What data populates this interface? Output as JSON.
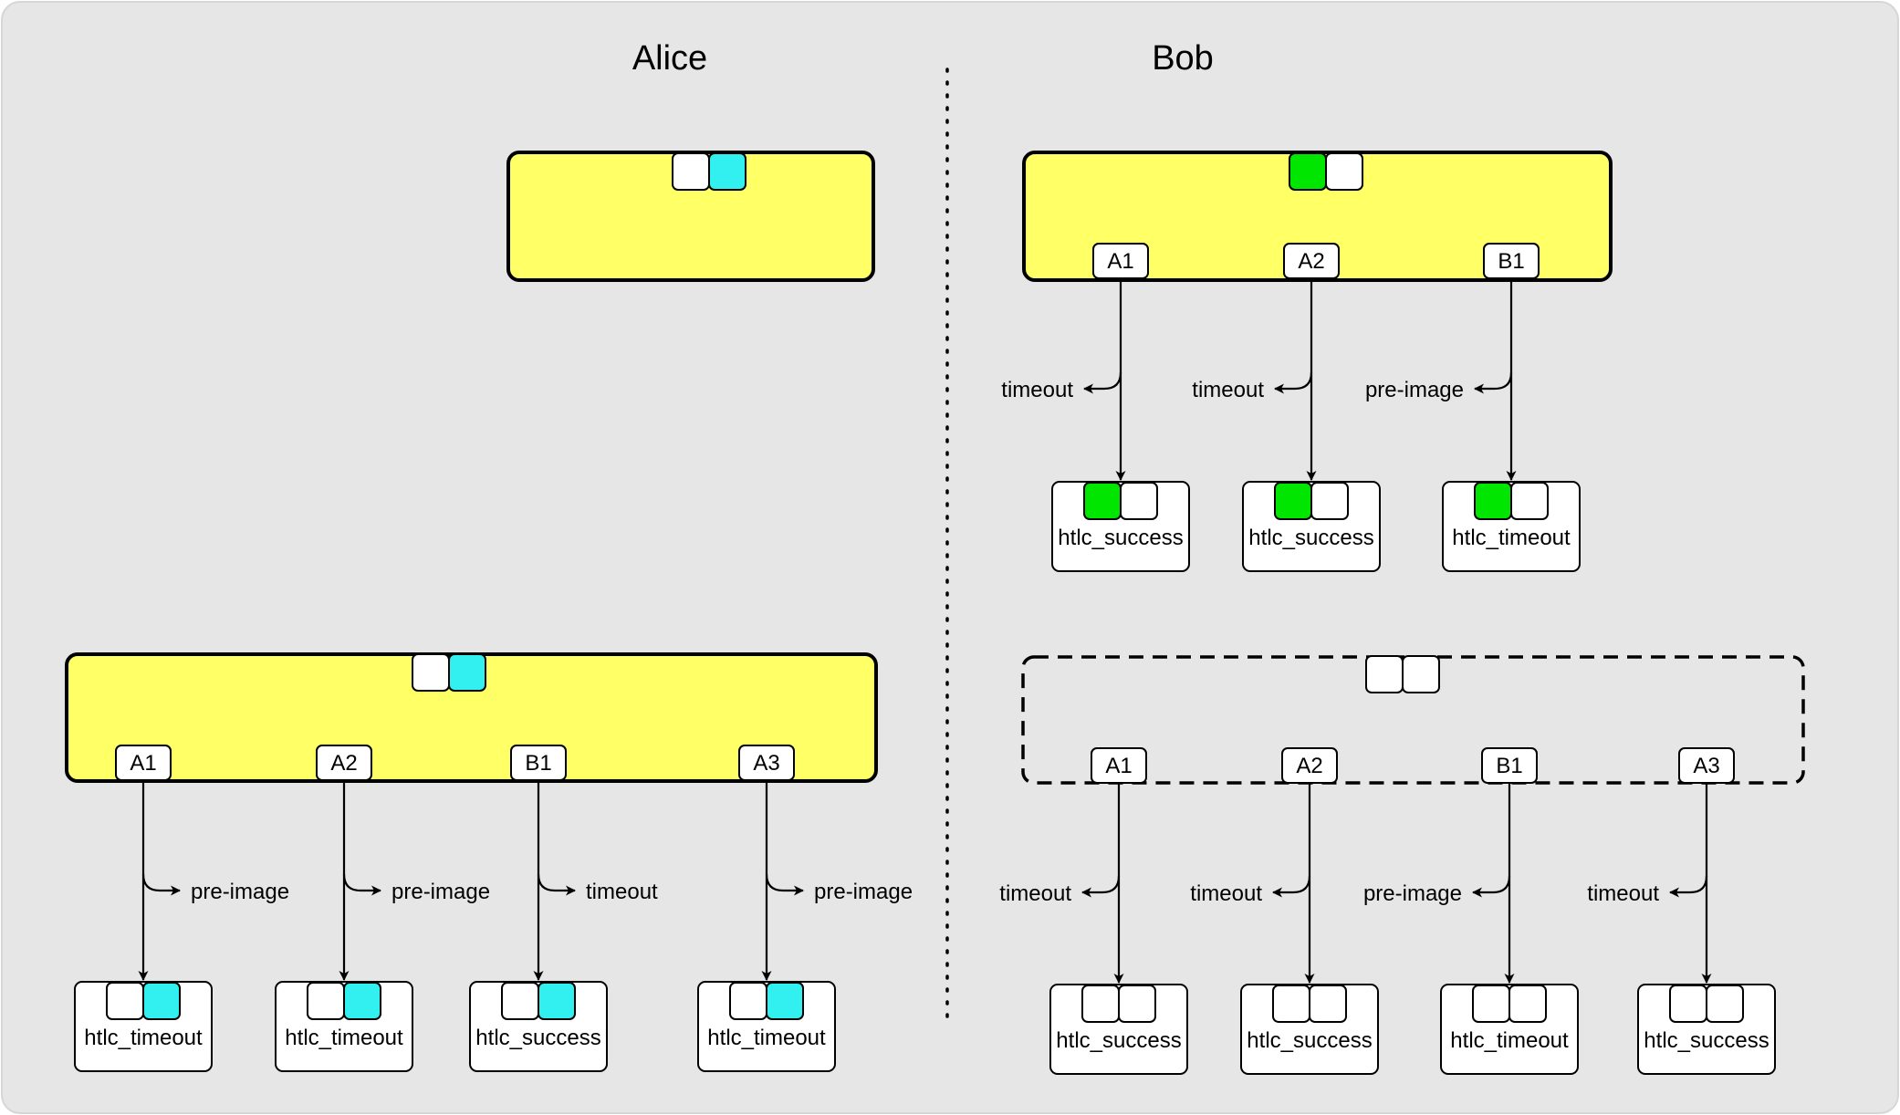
{
  "titles": {
    "left": "Alice",
    "right": "Bob"
  },
  "colors": {
    "background": "#e6e6e6",
    "commitment_fill": "#ffff66",
    "alice_key": "#33f0f0",
    "bob_key": "#00e600",
    "box_fill": "#ffffff",
    "stroke": "#000000"
  },
  "alice": {
    "top_tx": {
      "keys": [
        "empty",
        "alice"
      ],
      "outputs": []
    },
    "bottom_tx": {
      "keys": [
        "empty",
        "alice"
      ],
      "outputs": [
        {
          "label": "A1",
          "edge": "pre-image",
          "dest": "htlc_timeout",
          "keys": [
            "empty",
            "alice"
          ]
        },
        {
          "label": "A2",
          "edge": "pre-image",
          "dest": "htlc_timeout",
          "keys": [
            "empty",
            "alice"
          ]
        },
        {
          "label": "B1",
          "edge": "timeout",
          "dest": "htlc_success",
          "keys": [
            "empty",
            "alice"
          ]
        },
        {
          "label": "A3",
          "edge": "pre-image",
          "dest": "htlc_timeout",
          "keys": [
            "empty",
            "alice"
          ]
        }
      ]
    }
  },
  "bob": {
    "top_tx": {
      "keys": [
        "bob",
        "empty"
      ],
      "outputs": [
        {
          "label": "A1",
          "edge": "timeout",
          "dest": "htlc_success",
          "keys": [
            "bob",
            "empty"
          ]
        },
        {
          "label": "A2",
          "edge": "timeout",
          "dest": "htlc_success",
          "keys": [
            "bob",
            "empty"
          ]
        },
        {
          "label": "B1",
          "edge": "pre-image",
          "dest": "htlc_timeout",
          "keys": [
            "bob",
            "empty"
          ]
        }
      ]
    },
    "bottom_tx": {
      "keys": [
        "empty",
        "empty"
      ],
      "outputs": [
        {
          "label": "A1",
          "edge": "timeout",
          "dest": "htlc_success",
          "keys": [
            "empty",
            "empty"
          ]
        },
        {
          "label": "A2",
          "edge": "timeout",
          "dest": "htlc_success",
          "keys": [
            "empty",
            "empty"
          ]
        },
        {
          "label": "B1",
          "edge": "pre-image",
          "dest": "htlc_timeout",
          "keys": [
            "empty",
            "empty"
          ]
        },
        {
          "label": "A3",
          "edge": "timeout",
          "dest": "htlc_success",
          "keys": [
            "empty",
            "empty"
          ]
        }
      ]
    }
  }
}
